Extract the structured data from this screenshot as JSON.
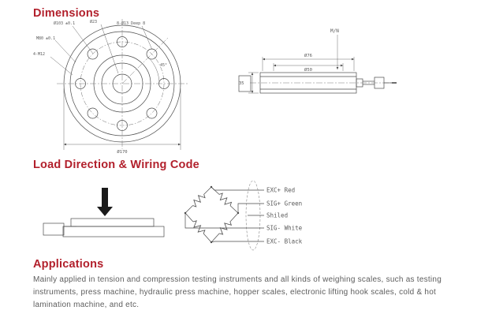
{
  "page": {
    "accent": "#b2202c",
    "background": "#ffffff"
  },
  "dimensions_section": {
    "title": "Dimensions"
  },
  "front_view": {
    "bolt_circle_label": "Ø103 ±0.1",
    "thread_label": "M80 ±0.1",
    "studs_label": "4-M12",
    "center_hole_label": "Ø23",
    "holes_label": "8-Ø13 Deep 8",
    "angle_label": "45°",
    "outer_dia_label": "Ø170"
  },
  "side_view": {
    "load_label": "M/N",
    "dia76_label": "Ø76",
    "dia50_label": "Ø50",
    "height_label": "35"
  },
  "wiring_section": {
    "title": "Load Direction & Wiring Code"
  },
  "wiring": {
    "labels": [
      "EXC+ Red",
      "SIG+ Green",
      "Shiled",
      "SIG- White",
      "EXC- Black"
    ]
  },
  "applications_section": {
    "title": "Applications",
    "body": "Mainly applied in tension and compression testing instruments and all kinds of weighing scales, such as testing instruments, press machine, hydraulic press machine, hopper scales, electronic lifting hook scales, cold & hot lamination machine, and etc."
  }
}
